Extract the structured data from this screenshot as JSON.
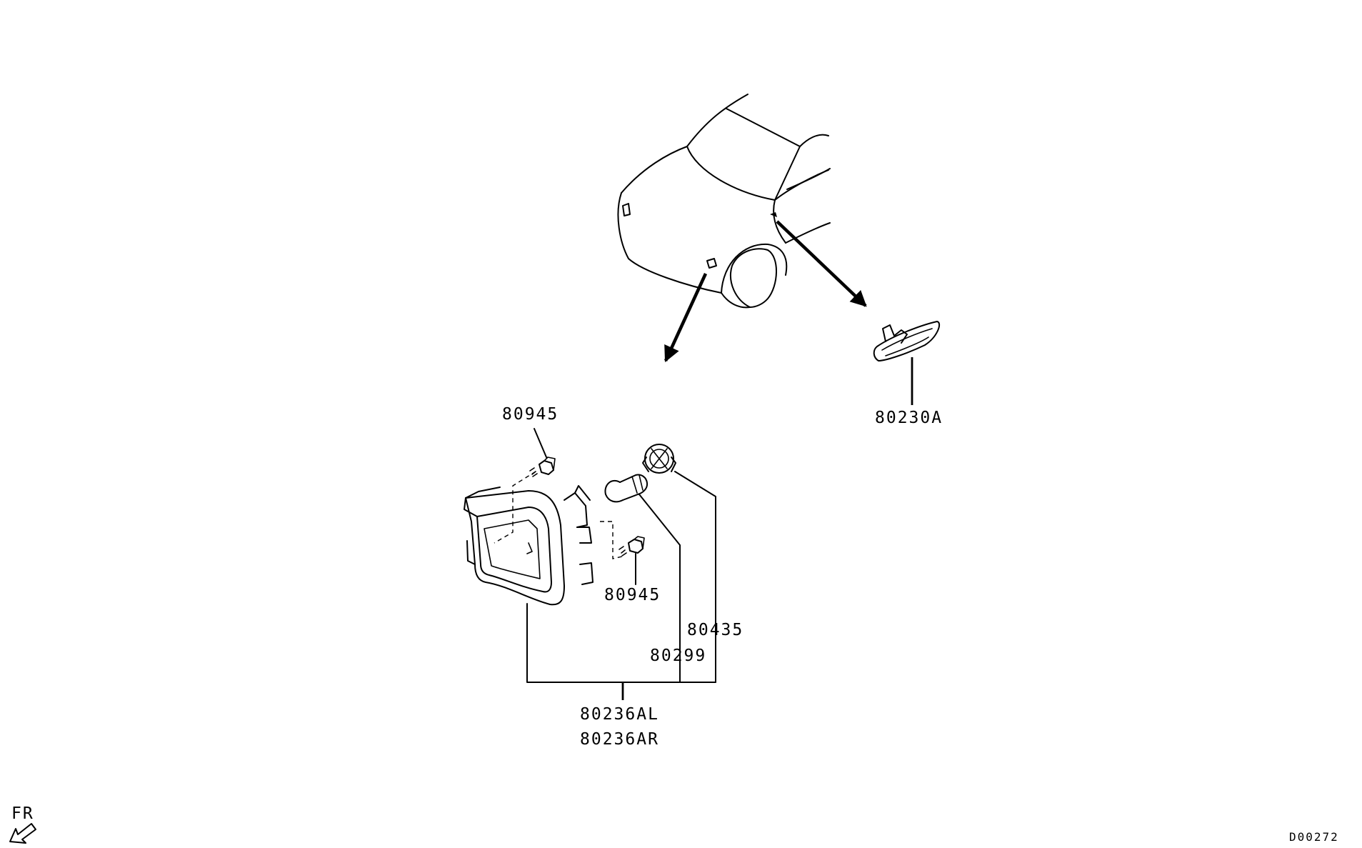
{
  "diagram": {
    "labels": {
      "screw_upper": "80945",
      "screw_lower": "80945",
      "side_marker_lamp": "80230A",
      "socket": "80435",
      "bulb": "80299",
      "fog_lamp_left": "80236AL",
      "fog_lamp_right": "80236AR"
    },
    "orientation_label": "FR",
    "drawing_code": "D00272"
  }
}
